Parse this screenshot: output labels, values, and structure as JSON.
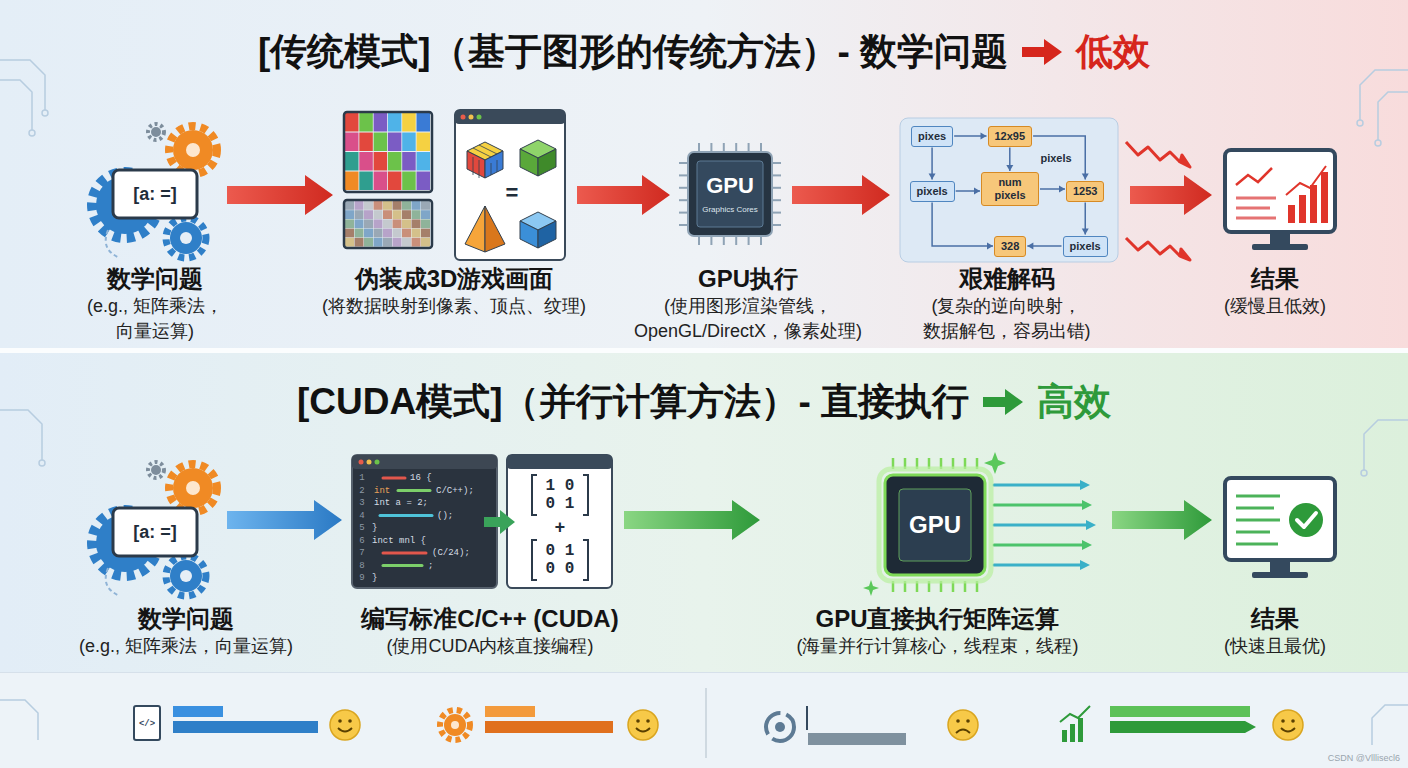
{
  "diagram": {
    "nodes": [
      {
        "text": [
          "[传统模式]（基于图形的传统方法）- 数学问题",
          "低效"
        ]
      },
      {
        "text": [
          "数学问题",
          "(e.g., 矩阵乘法， 向量运算)"
        ],
        "in": 0
      },
      {
        "text": [
          "伪装成3D游戏画面",
          "(将数据映射到像素、顶点、纹理)"
        ],
        "in": 0
      },
      {
        "text": [
          "GPU执行",
          "(使用图形渲染管线， OpenGL/DirectX，像素处理)"
        ],
        "in": 0
      },
      {
        "text": [
          "艰难解码",
          "(复杂的逆向映射， 数据解包，容易出错)"
        ],
        "in": 0
      },
      {
        "text": [
          "pixes"
        ],
        "in": 4
      },
      {
        "text": [
          "12x95"
        ],
        "in": 4
      },
      {
        "text": [
          "pixels"
        ],
        "in": 4
      },
      {
        "text": [
          "num pixels"
        ],
        "in": 4
      },
      {
        "text": [
          "1253"
        ],
        "in": 4
      },
      {
        "text": [
          "328"
        ],
        "in": 4
      },
      {
        "text": [
          "pixels"
        ],
        "in": 4
      },
      {
        "text": [
          "结果",
          "(缓慢且低效)"
        ],
        "in": 0
      },
      {
        "text": [
          "[CUDA模式]（并行计算方法）- 直接执行",
          "高效"
        ]
      },
      {
        "text": [
          "数学问题",
          "(e.g., 矩阵乘法，向量运算)"
        ],
        "in": 13
      },
      {
        "text": [
          "编写标准C/C++ (CUDA)",
          "(使用CUDA内核直接编程)"
        ],
        "in": 13
      },
      {
        "text": [
          "GPU直接执行矩阵运算",
          "(海量并行计算核心，线程束，线程)"
        ],
        "in": 13
      },
      {
        "text": [
          "结果",
          "(快速且最优)"
        ],
        "in": 13
      }
    ],
    "edges": [
      {
        "from": 1,
        "to": 2,
        "arrow": "to"
      },
      {
        "from": 2,
        "to": 3,
        "arrow": "to"
      },
      {
        "from": 3,
        "to": 4,
        "arrow": "to"
      },
      {
        "from": 4,
        "to": 12,
        "arrow": "to"
      },
      {
        "from": 5,
        "to": 6,
        "arrow": "to"
      },
      {
        "from": 5,
        "to": 7,
        "arrow": "to"
      },
      {
        "from": 7,
        "to": 8,
        "arrow": "to"
      },
      {
        "from": 6,
        "to": 8,
        "arrow": "to"
      },
      {
        "from": 8,
        "to": 9,
        "arrow": "to"
      },
      {
        "from": 6,
        "to": 9,
        "label": "pixels",
        "arrow": "to"
      },
      {
        "from": 9,
        "to": 11,
        "arrow": "to"
      },
      {
        "from": 11,
        "to": 10,
        "arrow": "to"
      },
      {
        "from": 7,
        "to": 10,
        "arrow": "to"
      },
      {
        "from": 14,
        "to": 15,
        "arrow": "to"
      },
      {
        "from": 15,
        "to": 16,
        "arrow": "to"
      },
      {
        "from": 16,
        "to": 17,
        "arrow": "to"
      }
    ],
    "labels": [
      "[a: =]",
      "=",
      "GPU",
      "Graphics Cores",
      "[a: =]",
      "1",
      "2",
      "3",
      "4",
      "5",
      "6",
      "7",
      "8",
      "9",
      "16 {",
      "int",
      "C/C++);",
      "int a = 2;",
      "();",
      "}",
      "inct mnl {",
      "(C/24);",
      ";",
      "}",
      "1 0",
      "0 1",
      "+",
      "0 1",
      "0 0",
      "GPU",
      "</>",
      "CSDN @Vlllisecl6"
    ]
  }
}
